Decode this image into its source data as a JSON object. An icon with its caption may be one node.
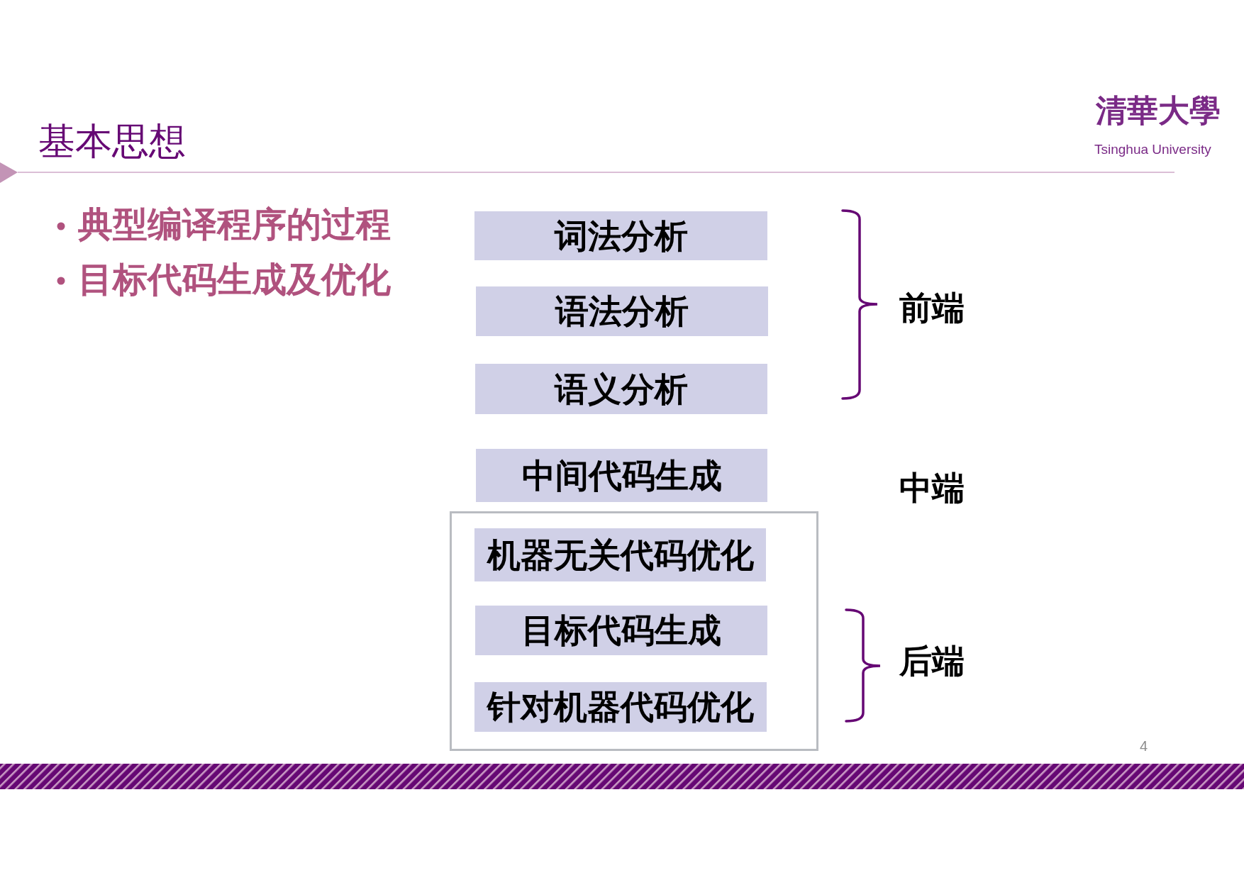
{
  "diagram": {
    "title": "基本思想",
    "nodes": [
      {
        "text": [
          "词法分析"
        ]
      },
      {
        "text": [
          "语法分析"
        ]
      },
      {
        "text": [
          "语义分析"
        ]
      },
      {
        "text": [
          "中间代码生成"
        ]
      },
      {
        "text": [],
        "shape": "box"
      },
      {
        "text": [
          "机器无关代码优化"
        ],
        "in": 4
      },
      {
        "text": [
          "目标代码生成"
        ],
        "in": 4
      },
      {
        "text": [
          "针对机器代码优化"
        ],
        "in": 4
      }
    ],
    "labels": [
      "清華大學",
      "Tsinghua University",
      "典型编译程序的过程",
      "目标代码生成及优化",
      "前端",
      "中端",
      "后端",
      "4"
    ]
  }
}
